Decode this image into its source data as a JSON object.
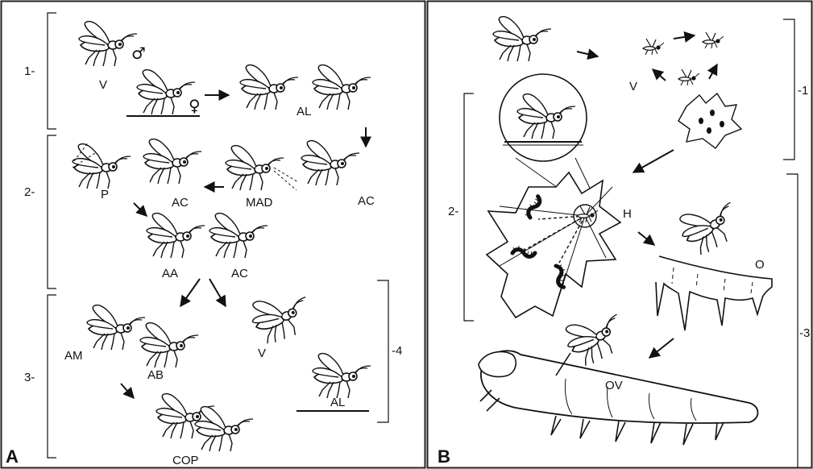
{
  "panels": {
    "A": {
      "panel_label": "A",
      "phase_labels": [
        "1-",
        "2-",
        "3-"
      ],
      "side_label": "-4",
      "labels": {
        "v_top": "V",
        "male": "♂",
        "female": "♀",
        "al_1": "AL",
        "p": "P",
        "ac_1": "AC",
        "mad": "MAD",
        "ac_2": "AC",
        "aa": "AA",
        "ac_3": "AC",
        "am": "AM",
        "ab": "AB",
        "v_right": "V",
        "al_2": "AL",
        "cop": "COP"
      }
    },
    "B": {
      "panel_label": "B",
      "phase_labels": [
        "-1",
        "2-",
        "-3"
      ],
      "labels": {
        "v": "V",
        "h": "H",
        "o": "O",
        "ov": "OV"
      }
    }
  }
}
